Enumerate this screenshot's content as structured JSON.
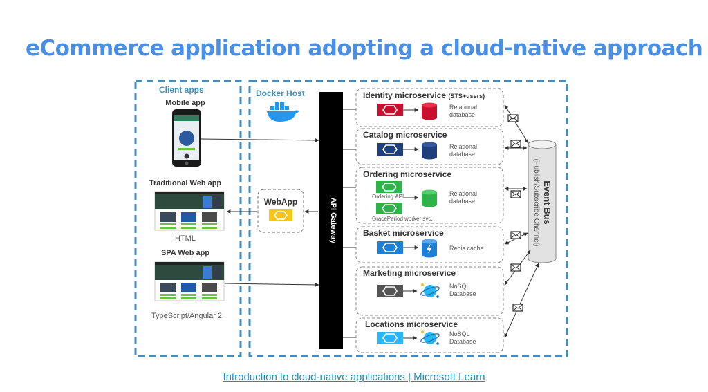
{
  "title": "eCommerce application adopting a cloud-native approach",
  "footer_link": "Introduction to cloud-native applications | Microsoft Learn",
  "client_apps": {
    "header": "Client apps",
    "mobile_label": "Mobile app",
    "traditional_label": "Traditional Web app",
    "traditional_caption": "HTML",
    "spa_label": "SPA Web app",
    "spa_caption": "TypeScript/Angular 2"
  },
  "docker_host": "Docker Host",
  "webapp": "WebApp",
  "api_gateway": "API Gateway",
  "event_bus": {
    "name": "Event Bus",
    "subtitle": "(Publish/Subscribe Channel)"
  },
  "services": {
    "identity": {
      "name": "Identity microservice",
      "suffix": "(STS+users)",
      "db_line1": "Relational",
      "db_line2": "database"
    },
    "catalog": {
      "name": "Catalog microservice",
      "db_line1": "Relational",
      "db_line2": "database"
    },
    "ordering": {
      "name": "Ordering microservice",
      "api_label": "Ordering.API",
      "worker_label": "GracePeriod worker svc.",
      "db_line1": "Relational",
      "db_line2": "database"
    },
    "basket": {
      "name": "Basket microservice",
      "db_line1": "Redis cache"
    },
    "marketing": {
      "name": "Marketing microservice",
      "db_line1": "NoSQL",
      "db_line2": "Database"
    },
    "locations": {
      "name": "Locations microservice",
      "db_line1": "NoSQL",
      "db_line2": "Database"
    }
  },
  "colors": {
    "title": "#4a8fe6",
    "frame": "#3f8fbf",
    "identity": "#c8102e",
    "catalog": "#1f3f7a",
    "ordering": "#2db34a",
    "basket": "#1e7fd9",
    "marketing": "#555555",
    "locations": "#29b6f6",
    "webapp": "#f5c518",
    "gateway": "#000000"
  }
}
